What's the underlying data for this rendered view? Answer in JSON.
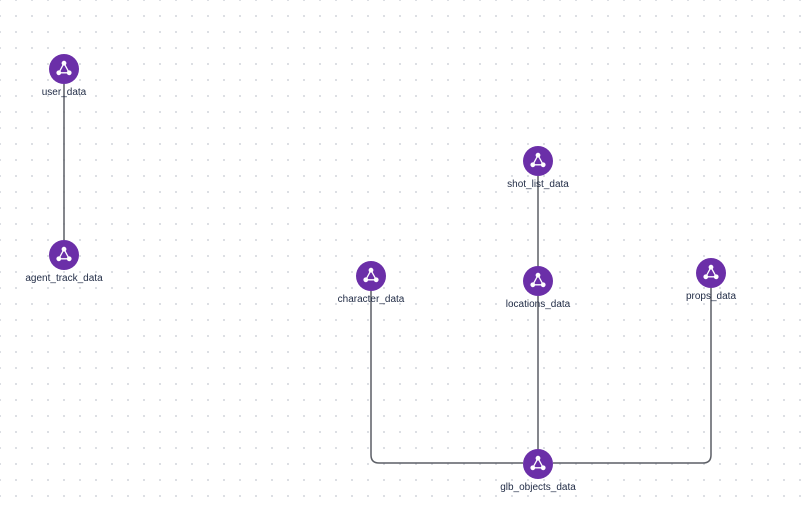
{
  "canvas": {
    "background": "#ffffff",
    "grid": "dotted",
    "node_color": "#6b2fa8",
    "edge_color": "#5c5f66",
    "label_color": "#1f2a44"
  },
  "nodes": [
    {
      "id": "user_data",
      "label": "user_data",
      "icon": "graph-node-icon"
    },
    {
      "id": "agent_track_data",
      "label": "agent_track_data",
      "icon": "graph-node-icon"
    },
    {
      "id": "shot_list_data",
      "label": "shot_list_data",
      "icon": "graph-node-icon"
    },
    {
      "id": "character_data",
      "label": "character_data",
      "icon": "graph-node-icon"
    },
    {
      "id": "locations_data",
      "label": "locations_data",
      "icon": "graph-node-icon"
    },
    {
      "id": "props_data",
      "label": "props_data",
      "icon": "graph-node-icon"
    },
    {
      "id": "glb_objects_data",
      "label": "glb_objects_data",
      "icon": "graph-node-icon"
    }
  ],
  "edges": [
    {
      "from": "user_data",
      "to": "agent_track_data"
    },
    {
      "from": "shot_list_data",
      "to": "locations_data"
    },
    {
      "from": "locations_data",
      "to": "glb_objects_data"
    },
    {
      "from": "character_data",
      "to": "glb_objects_data"
    },
    {
      "from": "props_data",
      "to": "glb_objects_data"
    }
  ]
}
